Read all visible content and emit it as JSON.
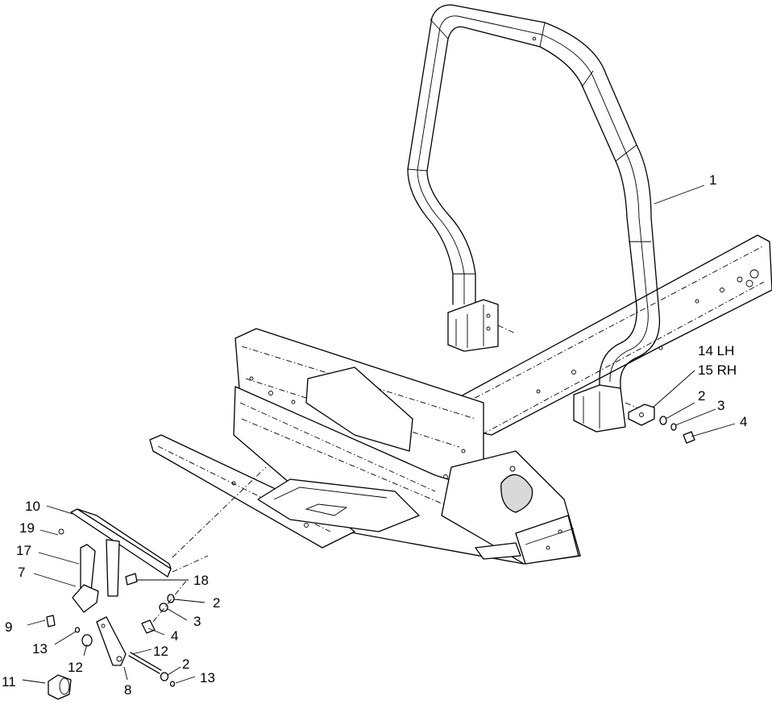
{
  "diagram": {
    "callouts": [
      {
        "id": "c1",
        "text": "1"
      },
      {
        "id": "c14",
        "text": "14 LH"
      },
      {
        "id": "c15",
        "text": "15 RH"
      },
      {
        "id": "c2a",
        "text": "2"
      },
      {
        "id": "c3a",
        "text": "3"
      },
      {
        "id": "c4a",
        "text": "4"
      },
      {
        "id": "c10",
        "text": "10"
      },
      {
        "id": "c19",
        "text": "19"
      },
      {
        "id": "c17",
        "text": "17"
      },
      {
        "id": "c7",
        "text": "7"
      },
      {
        "id": "c18",
        "text": "18"
      },
      {
        "id": "c2b",
        "text": "2"
      },
      {
        "id": "c3b",
        "text": "3"
      },
      {
        "id": "c4b",
        "text": "4"
      },
      {
        "id": "c9",
        "text": "9"
      },
      {
        "id": "c13a",
        "text": "13"
      },
      {
        "id": "c12a",
        "text": "12"
      },
      {
        "id": "c12b",
        "text": "12"
      },
      {
        "id": "c2c",
        "text": "2"
      },
      {
        "id": "c13b",
        "text": "13"
      },
      {
        "id": "c11",
        "text": "11"
      },
      {
        "id": "c8",
        "text": "8"
      }
    ]
  }
}
